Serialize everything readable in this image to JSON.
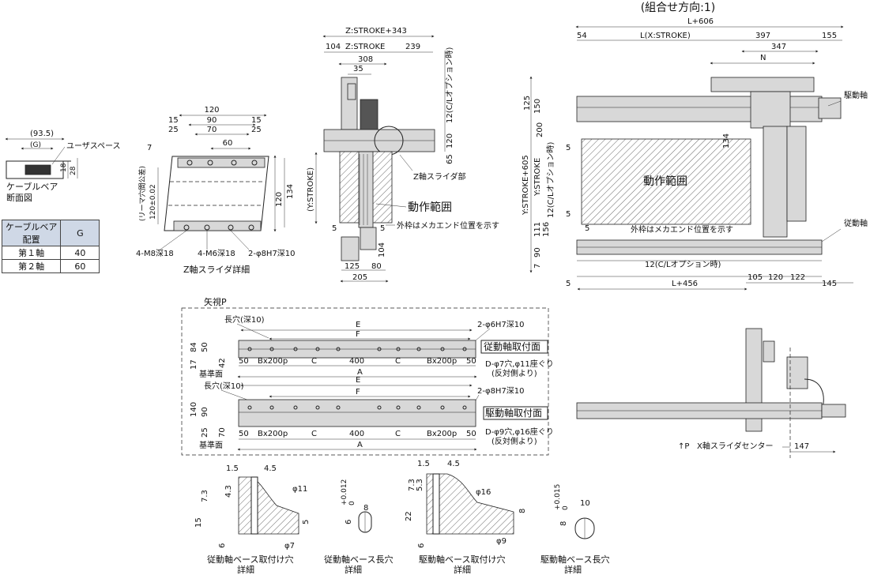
{
  "title": "(組合せ方向:1)",
  "cable_section": {
    "dim_935": "(93.5)",
    "dim_g": "(G)",
    "user_space": "ユーザスペース",
    "dim_18": "18",
    "dim_28": "28",
    "label": "ケーブルベア\n断面図",
    "label_line1": "ケーブルベア",
    "label_line2": "断面図"
  },
  "cable_table": {
    "header_col1_line1": "ケーブルベア",
    "header_col1_line2": "配置",
    "header_col2": "G",
    "rows": [
      {
        "axis": "第１軸",
        "g": "40"
      },
      {
        "axis": "第２軸",
        "g": "60"
      }
    ]
  },
  "z_slider_detail": {
    "caption": "Z軸スライダ詳細",
    "dim_120": "120",
    "dim_90": "90",
    "dim_70": "70",
    "dim_60": "60",
    "dim_15a": "15",
    "dim_25a": "25",
    "dim_15b": "15",
    "dim_25b": "25",
    "dim_7": "7",
    "dim_134": "134",
    "dim_120v": "120",
    "ream_label": "(リーマ穴間公差)",
    "ream_value": "120±0.02",
    "hole_m8": "4-M8深18",
    "hole_m6": "4-M6深18",
    "hole_pin": "2-φ8H7深10"
  },
  "side_view": {
    "z_stroke_343": "Z:STROKE+343",
    "dim_104": "104",
    "z_stroke": "Z:STROKE",
    "dim_239": "239",
    "dim_308": "308",
    "dim_35": "35",
    "cl_option": "12(C/Lオプション時)",
    "dim_65": "65",
    "dim_120": "120",
    "y_stroke": "(Y:STROKE)",
    "z_slider_part": "Z軸スライダ部",
    "motion_range": "動作範囲",
    "outer_frame_note": "外枠はメカエンド位置を示す",
    "dim_5a": "5",
    "dim_5b": "5",
    "dim_104v": "104",
    "dim_125": "125",
    "dim_80": "80",
    "dim_205": "205"
  },
  "top_view": {
    "l606": "L+606",
    "dim_54": "54",
    "l_stroke": "L(X:STROKE)",
    "dim_397": "397",
    "dim_155": "155",
    "dim_347": "347",
    "n": "N",
    "drive_axis": "駆動軸",
    "driven_axis": "従動軸",
    "dim_125": "125",
    "dim_150": "150",
    "dim_200": "200",
    "y_stroke_605": "Y:STROKE+605",
    "y_stroke": "Y:STROKE",
    "cl_option_v": "12(C/Lオプション時)",
    "dim_134": "134",
    "dim_5a": "5",
    "dim_5b": "5",
    "dim_5c": "5",
    "dim_111": "111",
    "dim_156": "156",
    "dim_90": "90",
    "dim_7": "7",
    "motion_range": "動作範囲",
    "outer_frame_note": "外枠はメカエンド位置を示す",
    "cl_option_h": "12(C/Lオプション時)",
    "dim_5d": "5",
    "l456": "L+456",
    "dim_105": "105",
    "dim_120": "120",
    "dim_122": "122",
    "dim_145": "145"
  },
  "view_p": {
    "label": "矢視P",
    "driven_face": "従動軸取付面",
    "drive_face": "駆動軸取付面",
    "slot": "長穴(深10)",
    "slot2": "長穴(深10)",
    "pin_6": "2-φ6H7深10",
    "pin_8": "2-φ8H7深10",
    "e": "E",
    "f": "F",
    "e2": "E",
    "f2": "F",
    "a": "A",
    "a2": "A",
    "dim_84": "84",
    "dim_50": "50",
    "dim_17": "17",
    "dim_42": "42",
    "dim_140": "140",
    "dim_90": "90",
    "dim_25": "25",
    "dim_70": "70",
    "ref_face": "基準面",
    "ref_face2": "基準面",
    "segments": [
      "50",
      "Bx200p",
      "C",
      "400",
      "C",
      "Bx200p",
      "50"
    ],
    "segments2": [
      "50",
      "Bx200p",
      "C",
      "400",
      "C",
      "Bx200p",
      "50"
    ],
    "hole_d7_line1": "D-φ7穴,φ11座ぐり",
    "hole_d7_line2": "(反対側より)",
    "hole_d9_line1": "D-φ9穴,φ16座ぐり",
    "hole_d9_line2": "(反対側より)"
  },
  "end_view": {
    "arrow_p": "↑P",
    "x_center": "X軸スライダセンター",
    "dim_147": "147"
  },
  "details": [
    {
      "caption1": "従動軸ベース取付け穴",
      "caption2": "詳細",
      "d1": "1.5",
      "d2": "4.5",
      "d3": "φ11",
      "d4": "7.3",
      "d5": "4.3",
      "d6": "15",
      "d7": "5",
      "d8": "6",
      "d9": "φ7"
    },
    {
      "caption1": "従動軸ベース長穴",
      "caption2": "詳細",
      "d1": "6",
      "d2": "+0.012",
      "d3": "0",
      "d4": "8"
    },
    {
      "caption1": "駆動軸ベース取付け穴",
      "caption2": "詳細",
      "d1": "1.5",
      "d2": "4.5",
      "d3": "φ16",
      "d4": "7.3",
      "d5": "5.3",
      "d6": "22",
      "d7": "8",
      "d8": "6",
      "d9": "φ9"
    },
    {
      "caption1": "駆動軸ベース長穴",
      "caption2": "詳細",
      "d1": "8",
      "d2": "+0.015",
      "d3": "0",
      "d4": "10"
    }
  ]
}
